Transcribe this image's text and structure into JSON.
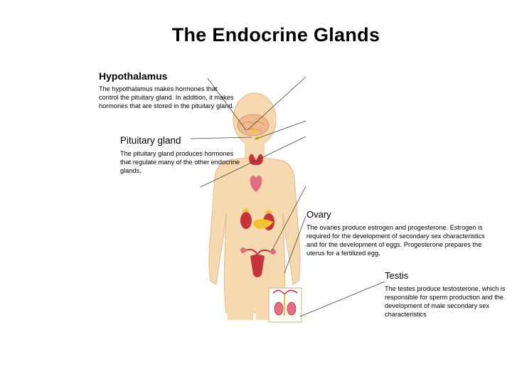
{
  "title": "The Endocrine Glands",
  "labels": {
    "hypothalamus": {
      "name": "Hypothalamus",
      "description": "The hypothalamus makes hormones that control the pituitary gland. In addition, it makes hormones that are stored in the pituitary gland."
    },
    "pituitary": {
      "name": "Pituitary gland",
      "description": "The pituitary gland produces hormones that regulate many of the other endocrine glands."
    },
    "ovary": {
      "name": "Ovary",
      "description": "The ovaries produce estrogen and progesterone. Estrogen is required for the development of secondary sex characteristics and for the development of eggs. Progesterone prepares the uterus for a fertilized egg."
    },
    "testis": {
      "name": "Testis",
      "description": "The testes produce testosterone, which is responsible for sperm production and the development of male secondary sex characteristics"
    }
  },
  "colors": {
    "skin": "#f6d9b0",
    "skin_edge": "#e0b88a",
    "brain": "#f0b98a",
    "gland_yellow": "#f2c230",
    "organ_red": "#c8323a",
    "organ_pink": "#e07080",
    "leader_line": "#444444"
  }
}
